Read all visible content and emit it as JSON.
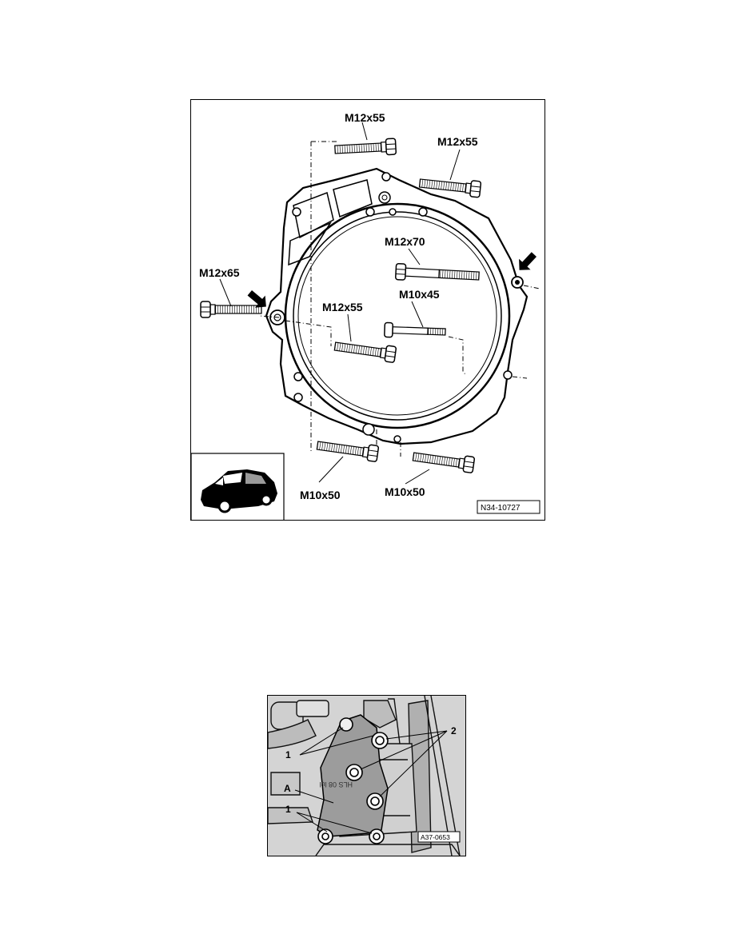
{
  "figure1": {
    "bolt_labels": {
      "top_left": "M12x55",
      "top_right": "M12x55",
      "left": "M12x65",
      "center_upper": "M12x70",
      "center": "M10x45",
      "center_left": "M12x55",
      "bottom_left": "M10x50",
      "bottom_right": "M10x50"
    },
    "figure_code": "N34-10727"
  },
  "figure2": {
    "callouts": {
      "label_1_upper": "1",
      "label_2": "2",
      "label_a": "A",
      "label_1_lower": "1"
    },
    "part_marking": "HLS 08 lul",
    "figure_code": "A37-0653"
  }
}
